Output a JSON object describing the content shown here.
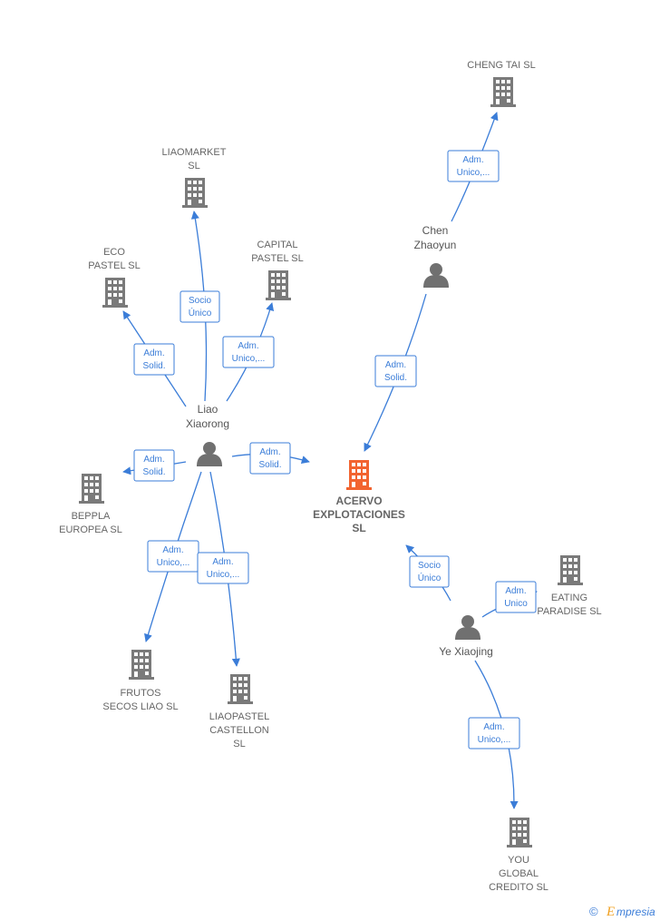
{
  "colors": {
    "company": "#7a7a7a",
    "main_company": "#f26430",
    "person": "#707070",
    "edge": "#3b7dd8"
  },
  "main_company": {
    "lines": [
      "ACERVO",
      "EXPLOTACIONES",
      "SL"
    ]
  },
  "companies": [
    {
      "id": "cheng-tai",
      "lines": [
        "CHENG TAI  SL"
      ]
    },
    {
      "id": "liaomarket",
      "lines": [
        "LIAOMARKET",
        "SL"
      ]
    },
    {
      "id": "eco-pastel",
      "lines": [
        "ECO",
        "PASTEL  SL"
      ]
    },
    {
      "id": "capital-pastel",
      "lines": [
        "CAPITAL",
        "PASTEL  SL"
      ]
    },
    {
      "id": "beppla-europea",
      "lines": [
        "BEPPLA",
        "EUROPEA  SL"
      ]
    },
    {
      "id": "eating-paradise",
      "lines": [
        "EATING",
        "PARADISE SL"
      ]
    },
    {
      "id": "frutos-secos-liao",
      "lines": [
        "FRUTOS",
        "SECOS LIAO SL"
      ]
    },
    {
      "id": "liaopastel-castellon",
      "lines": [
        "LIAOPASTEL",
        "CASTELLON",
        "SL"
      ]
    },
    {
      "id": "you-global-credito",
      "lines": [
        "YOU",
        "GLOBAL",
        "CREDITO  SL"
      ]
    }
  ],
  "persons": [
    {
      "id": "chen-zhaoyun",
      "lines": [
        "Chen",
        "Zhaoyun"
      ]
    },
    {
      "id": "liao-xiaorong",
      "lines": [
        "Liao",
        "Xiaorong"
      ]
    },
    {
      "id": "ye-xiaojing",
      "lines": [
        "Ye Xiaojing"
      ]
    }
  ],
  "edges": [
    {
      "id": "chen-cheng",
      "lines": [
        "Adm.",
        "Unico,..."
      ]
    },
    {
      "id": "chen-acervo",
      "lines": [
        "Adm.",
        "Solid."
      ]
    },
    {
      "id": "liao-liaomarket",
      "lines": [
        "Socio",
        "Único"
      ]
    },
    {
      "id": "liao-eco",
      "lines": [
        "Adm.",
        "Solid."
      ]
    },
    {
      "id": "liao-capital",
      "lines": [
        "Adm.",
        "Unico,..."
      ]
    },
    {
      "id": "liao-acervo",
      "lines": [
        "Adm.",
        "Solid."
      ]
    },
    {
      "id": "liao-beppla",
      "lines": [
        "Adm.",
        "Solid."
      ]
    },
    {
      "id": "liao-frutos",
      "lines": [
        "Adm.",
        "Unico,..."
      ]
    },
    {
      "id": "liao-liaopastel",
      "lines": [
        "Adm.",
        "Unico,..."
      ]
    },
    {
      "id": "ye-acervo",
      "lines": [
        "Socio",
        "Único"
      ]
    },
    {
      "id": "ye-eating",
      "lines": [
        "Adm.",
        "Unico"
      ]
    },
    {
      "id": "ye-you",
      "lines": [
        "Adm.",
        "Unico,..."
      ]
    }
  ],
  "footer": {
    "copyright": "©",
    "brand_initial": "E",
    "brand_rest": "mpresia"
  }
}
